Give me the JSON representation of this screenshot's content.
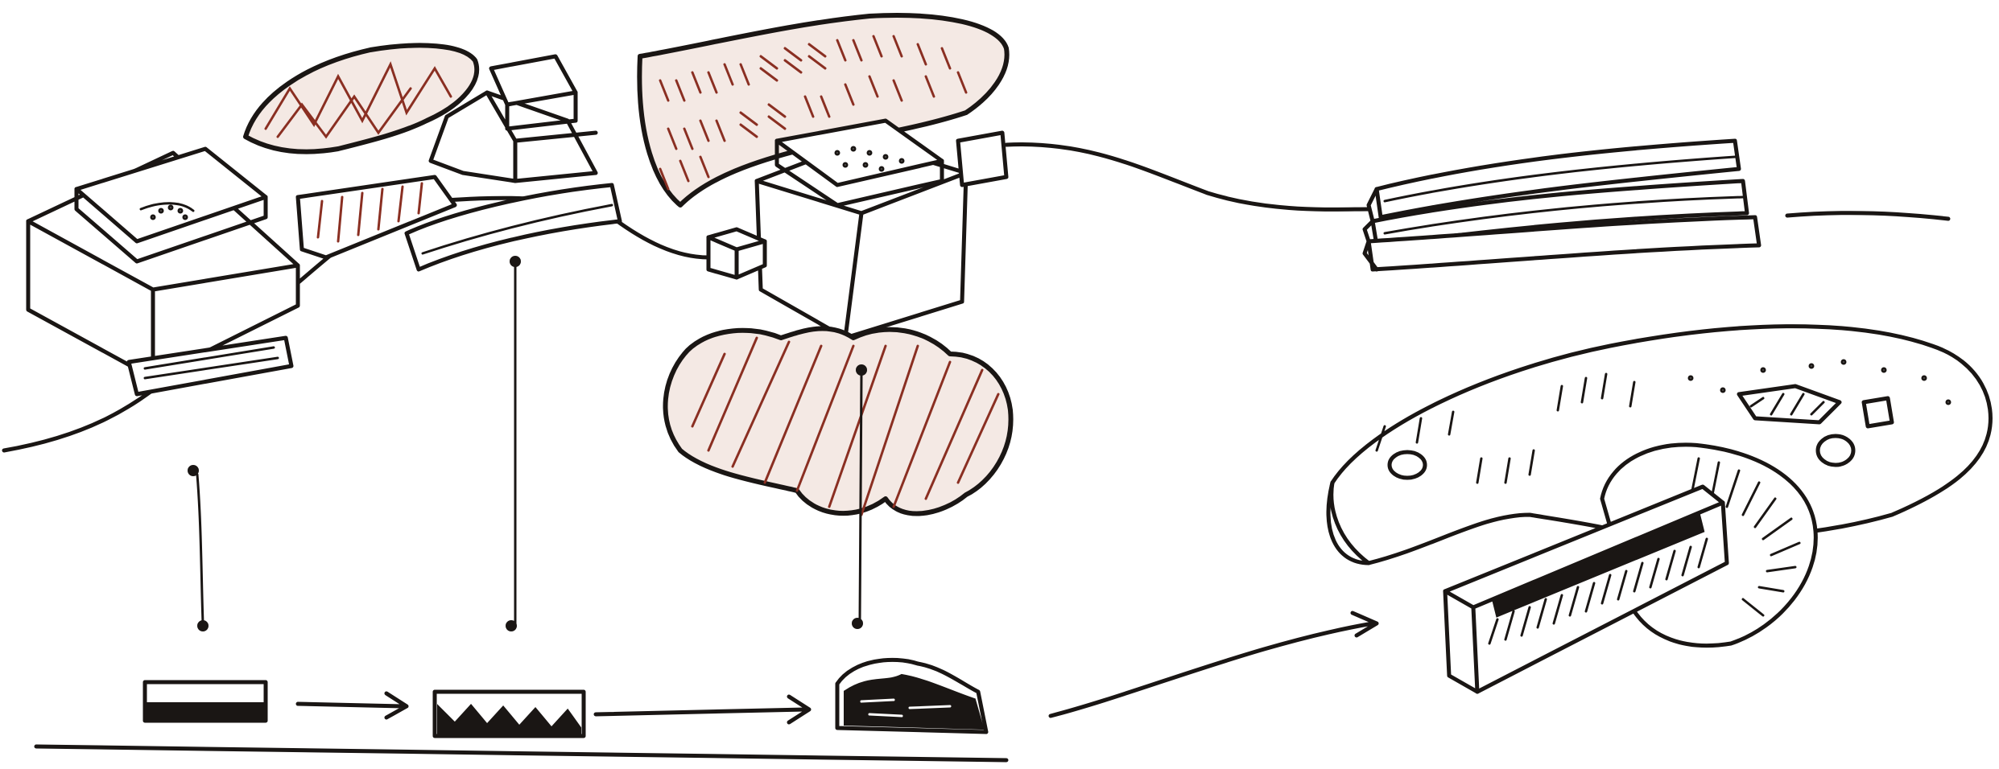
{
  "colors": {
    "ink": "#1a1614",
    "red_hatch": "#8a2f22",
    "paper": "#ffffff"
  },
  "stages": [
    {
      "name": "building-cluster-1"
    },
    {
      "name": "building-cluster-2"
    },
    {
      "name": "building-cluster-3"
    },
    {
      "name": "stacked-slabs"
    },
    {
      "name": "curved-landform-with-rotunda"
    }
  ],
  "section_blocks": [
    {
      "name": "section-block-plain"
    },
    {
      "name": "section-block-hatched"
    },
    {
      "name": "section-block-rough"
    }
  ]
}
